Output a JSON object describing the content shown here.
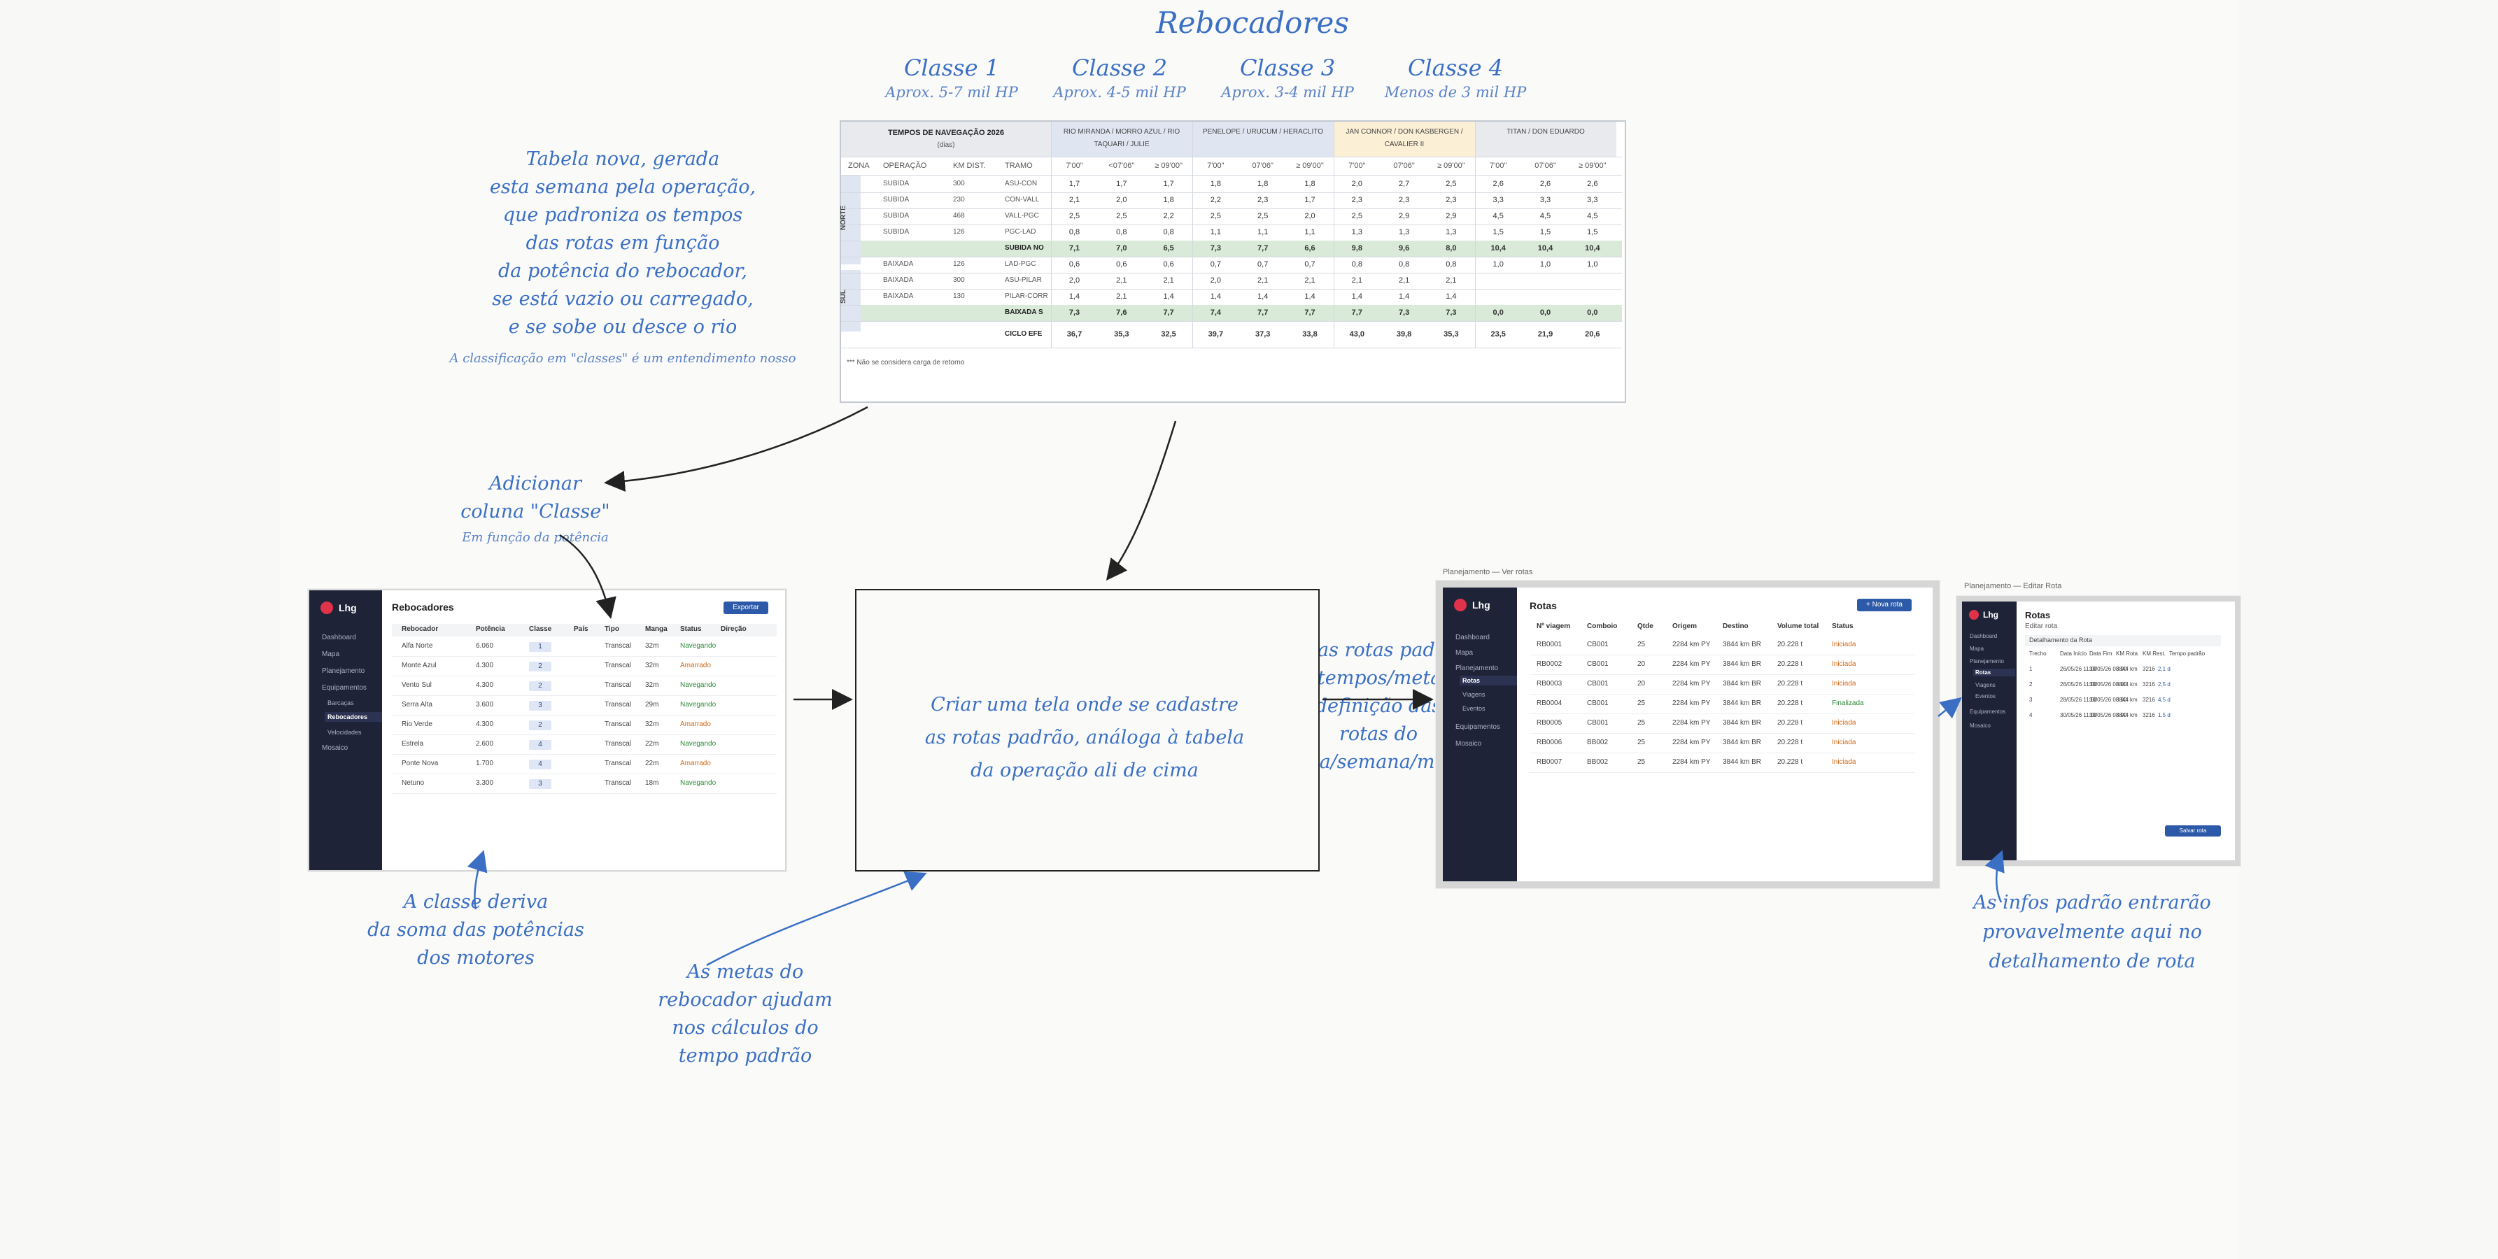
{
  "title": "Rebocadores",
  "classes": [
    {
      "name": "Classe 1",
      "sub": "Aprox. 5-7 mil HP"
    },
    {
      "name": "Classe 2",
      "sub": "Aprox. 4-5 mil HP"
    },
    {
      "name": "Classe 3",
      "sub": "Aprox. 3-4 mil HP"
    },
    {
      "name": "Classe 4",
      "sub": "Menos de 3 mil HP"
    }
  ],
  "annotations": {
    "tabela_nova": [
      "Tabela nova, gerada",
      "esta semana pela operação,",
      "que padroniza os tempos",
      "das rotas em função",
      "da potência do rebocador,",
      "se está vazio ou carregado,",
      "e se sobe ou desce o rio"
    ],
    "classificacao": "A classificação em \"classes\" é um entendimento nosso",
    "adicionar": [
      "Adicionar",
      "coluna \"Classe\""
    ],
    "em_funcao": "Em função da potência",
    "classe_deriva": [
      "A classe deriva",
      "da soma das potências",
      "dos motores"
    ],
    "criar_tela": [
      "Criar uma tela onde se cadastre",
      "as rotas padrão, análoga à tabela",
      "da operação ali de cima"
    ],
    "metas": [
      "As metas do",
      "rebocador ajudam",
      "nos cálculos do",
      "tempo padrão"
    ],
    "usar_rotas": [
      "Usar as rotas padrão (e",
      "seus tempos/metas) na",
      "definição das",
      "rotas do",
      "dia/semana/mês"
    ],
    "infos_padrao": [
      "As infos padrão entrarão",
      "provavelmente aqui no",
      "detalhamento de rota"
    ]
  },
  "table": {
    "title": "TEMPOS DE NAVEGAÇÃO 2026",
    "subtitle": "(dias)",
    "groups": [
      "RIO MIRANDA / MORRO AZUL / RIO TAQUARI / JULIE",
      "PENELOPE / URUCUM / HERACLITO",
      "JAN CONNOR / DON KASBERGEN / CAVALIER II",
      "TITAN / DON EDUARDO"
    ],
    "col_headers": [
      "ZONA",
      "OPERAÇÃO",
      "KM DIST.",
      "TRAMO"
    ],
    "sub_headers": [
      "7'00\"",
      "<07'06\"",
      "≥ 09'00\"",
      "7'00\"",
      "07'06\"",
      "≥ 09'00\"",
      "7'00\"",
      "07'06\"",
      "≥ 09'00\"",
      "7'00\"",
      "07'06\"",
      "≥ 09'00\""
    ],
    "zones": [
      "NORTE",
      "SUL"
    ],
    "rows": [
      {
        "op": "SUBIDA",
        "km": "300",
        "tramo": "ASU-CON",
        "v": [
          "1,7",
          "1,7",
          "1,7",
          "1,8",
          "1,8",
          "1,8",
          "2,0",
          "2,7",
          "2,5",
          "2,6",
          "2,6",
          "2,6"
        ],
        "kind": "data"
      },
      {
        "op": "SUBIDA",
        "km": "230",
        "tramo": "CON-VALL",
        "v": [
          "2,1",
          "2,0",
          "1,8",
          "2,2",
          "2,3",
          "1,7",
          "2,3",
          "2,3",
          "2,3",
          "3,3",
          "3,3",
          "3,3"
        ],
        "kind": "data"
      },
      {
        "op": "SUBIDA",
        "km": "468",
        "tramo": "VALL-PGC",
        "v": [
          "2,5",
          "2,5",
          "2,2",
          "2,5",
          "2,5",
          "2,0",
          "2,5",
          "2,9",
          "2,9",
          "4,5",
          "4,5",
          "4,5"
        ],
        "kind": "data"
      },
      {
        "op": "SUBIDA",
        "km": "126",
        "tramo": "PGC-LAD",
        "v": [
          "0,8",
          "0,8",
          "0,8",
          "1,1",
          "1,1",
          "1,1",
          "1,3",
          "1,3",
          "1,3",
          "1,5",
          "1,5",
          "1,5"
        ],
        "kind": "data"
      },
      {
        "op": "",
        "km": "",
        "tramo": "SUBIDA NO",
        "v": [
          "7,1",
          "7,0",
          "6,5",
          "7,3",
          "7,7",
          "6,6",
          "9,8",
          "9,6",
          "8,0",
          "10,4",
          "10,4",
          "10,4"
        ],
        "kind": "sum"
      },
      {
        "op": "BAIXADA",
        "km": "126",
        "tramo": "LAD-PGC",
        "v": [
          "0,6",
          "0,6",
          "0,6",
          "0,7",
          "0,7",
          "0,7",
          "0,8",
          "0,8",
          "0,8",
          "1,0",
          "1,0",
          "1,0"
        ],
        "kind": "data"
      },
      {
        "op": "BAIXADA",
        "km": "300",
        "tramo": "ASU-PILAR",
        "v": [
          "2,0",
          "2,1",
          "2,1",
          "2,0",
          "2,1",
          "2,1",
          "2,1",
          "2,1",
          "2,1",
          "",
          "",
          ""
        ],
        "kind": "data"
      },
      {
        "op": "BAIXADA",
        "km": "130",
        "tramo": "PILAR-CORR",
        "v": [
          "1,4",
          "2,1",
          "1,4",
          "1,4",
          "1,4",
          "1,4",
          "1,4",
          "1,4",
          "1,4",
          "",
          "",
          ""
        ],
        "kind": "data"
      },
      {
        "op": "",
        "km": "",
        "tramo": "BAIXADA S",
        "v": [
          "7,3",
          "7,6",
          "7,7",
          "7,4",
          "7,7",
          "7,7",
          "7,7",
          "7,3",
          "7,3",
          "0,0",
          "0,0",
          "0,0"
        ],
        "kind": "sum"
      },
      {
        "op": "",
        "km": "",
        "tramo": "CICLO EFE",
        "v": [
          "36,7",
          "35,3",
          "32,5",
          "39,7",
          "37,3",
          "33,8",
          "43,0",
          "39,8",
          "35,3",
          "23,5",
          "21,9",
          "20,6"
        ],
        "kind": "total"
      }
    ],
    "footnote": "*** Não se considera carga de retorno"
  },
  "app1": {
    "logo": "Lhg",
    "nav": [
      "Dashboard",
      "Mapa",
      "Planejamento",
      "Equipamentos",
      "Barcaças",
      "Rebocadores",
      "Velocidades",
      "Mosaico"
    ],
    "title": "Rebocadores",
    "export": "Exportar",
    "headers": [
      "Rebocador",
      "Potência",
      "Classe",
      "País",
      "Tipo",
      "Manga",
      "Status",
      "Direção"
    ],
    "rows": [
      {
        "n": "Alfa Norte",
        "p": "6.060",
        "c": "1",
        "t": "Transcal",
        "m": "32m",
        "s": "Navegando",
        "k": "nav"
      },
      {
        "n": "Monte Azul",
        "p": "4.300",
        "c": "2",
        "t": "Transcal",
        "m": "32m",
        "s": "Amarrado",
        "k": "am"
      },
      {
        "n": "Vento Sul",
        "p": "4.300",
        "c": "2",
        "t": "Transcal",
        "m": "32m",
        "s": "Navegando",
        "k": "nav"
      },
      {
        "n": "Serra Alta",
        "p": "3.600",
        "c": "3",
        "t": "Transcal",
        "m": "29m",
        "s": "Navegando",
        "k": "nav"
      },
      {
        "n": "Rio Verde",
        "p": "4.300",
        "c": "2",
        "t": "Transcal",
        "m": "32m",
        "s": "Amarrado",
        "k": "am"
      },
      {
        "n": "Estrela",
        "p": "2.600",
        "c": "4",
        "t": "Transcal",
        "m": "22m",
        "s": "Navegando",
        "k": "nav"
      },
      {
        "n": "Ponte Nova",
        "p": "1.700",
        "c": "4",
        "t": "Transcal",
        "m": "22m",
        "s": "Amarrado",
        "k": "am"
      },
      {
        "n": "Netuno",
        "p": "3.300",
        "c": "3",
        "t": "Transcal",
        "m": "18m",
        "s": "Navegando",
        "k": "nav"
      }
    ]
  },
  "app2": {
    "caption": "Planejamento — Ver rotas",
    "logo": "Lhg",
    "nav": [
      "Dashboard",
      "Mapa",
      "Planejamento",
      "Rotas",
      "Viagens",
      "Eventos",
      "Equipamentos",
      "Mosaico"
    ],
    "title": "Rotas",
    "new_btn": "+ Nova rota",
    "headers": [
      "Nº viagem",
      "Comboio",
      "Qtde",
      "Origem",
      "Destino",
      "Volume total",
      "Status"
    ],
    "rows": [
      {
        "v": "RB0001",
        "c": "CB001",
        "q": "25",
        "o": "2284 km PY",
        "d": "3844 km BR",
        "vol": "20.228 t",
        "s": "Iniciada",
        "k": "ini"
      },
      {
        "v": "RB0002",
        "c": "CB001",
        "q": "20",
        "o": "2284 km PY",
        "d": "3844 km BR",
        "vol": "20.228 t",
        "s": "Iniciada",
        "k": "ini"
      },
      {
        "v": "RB0003",
        "c": "CB001",
        "q": "20",
        "o": "2284 km PY",
        "d": "3844 km BR",
        "vol": "20.228 t",
        "s": "Iniciada",
        "k": "ini"
      },
      {
        "v": "RB0004",
        "c": "CB001",
        "q": "25",
        "o": "2284 km PY",
        "d": "3844 km BR",
        "vol": "20.228 t",
        "s": "Finalizada",
        "k": "fin"
      },
      {
        "v": "RB0005",
        "c": "CB001",
        "q": "25",
        "o": "2284 km PY",
        "d": "3844 km BR",
        "vol": "20.228 t",
        "s": "Iniciada",
        "k": "ini"
      },
      {
        "v": "RB0006",
        "c": "BB002",
        "q": "25",
        "o": "2284 km PY",
        "d": "3844 km BR",
        "vol": "20.228 t",
        "s": "Iniciada",
        "k": "ini"
      },
      {
        "v": "RB0007",
        "c": "BB002",
        "q": "25",
        "o": "2284 km PY",
        "d": "3844 km BR",
        "vol": "20.228 t",
        "s": "Iniciada",
        "k": "ini"
      }
    ]
  },
  "app3": {
    "caption": "Planejamento — Editar Rota",
    "logo": "Lhg",
    "nav": [
      "Dashboard",
      "Mapa",
      "Planejamento",
      "Rotas",
      "Viagens",
      "Eventos",
      "Equipamentos",
      "Mosaico"
    ],
    "title": "Rotas",
    "subtitle": "Editar rota",
    "section": "Detalhamento da Rota",
    "headers": [
      "Trecho",
      "Data Início",
      "Data Fim",
      "KM Rota",
      "KM Rest.",
      "Tempo padrão"
    ],
    "rows": [
      {
        "tr": "1",
        "di": "26/05/26 11:00",
        "df": "30/05/26 08:00",
        "km": "3844 km",
        "kr": "3216",
        "tp": "2,1 d"
      },
      {
        "tr": "2",
        "di": "26/05/26 11:00",
        "df": "30/05/26 08:00",
        "km": "3844 km",
        "kr": "3216",
        "tp": "2,5 d"
      },
      {
        "tr": "3",
        "di": "28/05/26 11:00",
        "df": "30/05/26 08:00",
        "km": "3844 km",
        "kr": "3216",
        "tp": "4,5 d"
      },
      {
        "tr": "4",
        "di": "30/05/26 11:00",
        "df": "30/05/26 08:00",
        "km": "3844 km",
        "kr": "3216",
        "tp": "1,5 d"
      }
    ],
    "save_btn": "Salvar rota"
  }
}
